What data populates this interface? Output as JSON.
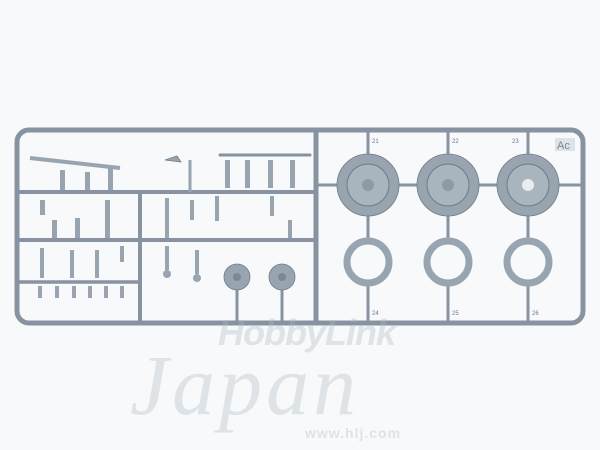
{
  "sprue": {
    "code": "Ac",
    "part_numbers": [
      "21",
      "22",
      "23",
      "24",
      "25",
      "26"
    ]
  },
  "colors": {
    "background": "#f7f9fb",
    "sprue": "#8793a0",
    "part": "#98a4b0"
  },
  "watermark": {
    "brand_top": "HobbyLink",
    "brand_bottom": "Japan",
    "url": "www.hlj.com"
  }
}
